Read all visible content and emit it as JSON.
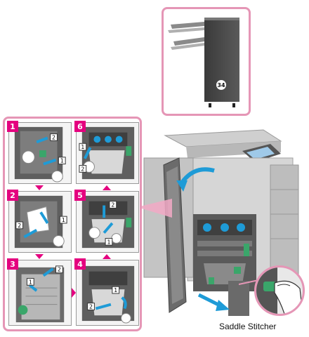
{
  "finisher_tray_unit": {
    "label": "34"
  },
  "steps": [
    {
      "number": "1",
      "callouts": [
        "2",
        "1"
      ]
    },
    {
      "number": "2",
      "callouts": [
        "2",
        "1"
      ]
    },
    {
      "number": "3",
      "callouts": [
        "2",
        "1"
      ]
    },
    {
      "number": "4",
      "callouts": [
        "1",
        "2"
      ]
    },
    {
      "number": "5",
      "callouts": [
        "2",
        "1"
      ]
    },
    {
      "number": "6",
      "callouts": [
        "2",
        "1"
      ]
    }
  ],
  "caption": {
    "text": "Saddle Stitcher"
  },
  "colors": {
    "accent_pink": "#e4007f",
    "frame_pink": "#e596b6",
    "arrow_blue": "#1e9bd7",
    "lever_green": "#3aa66a"
  }
}
